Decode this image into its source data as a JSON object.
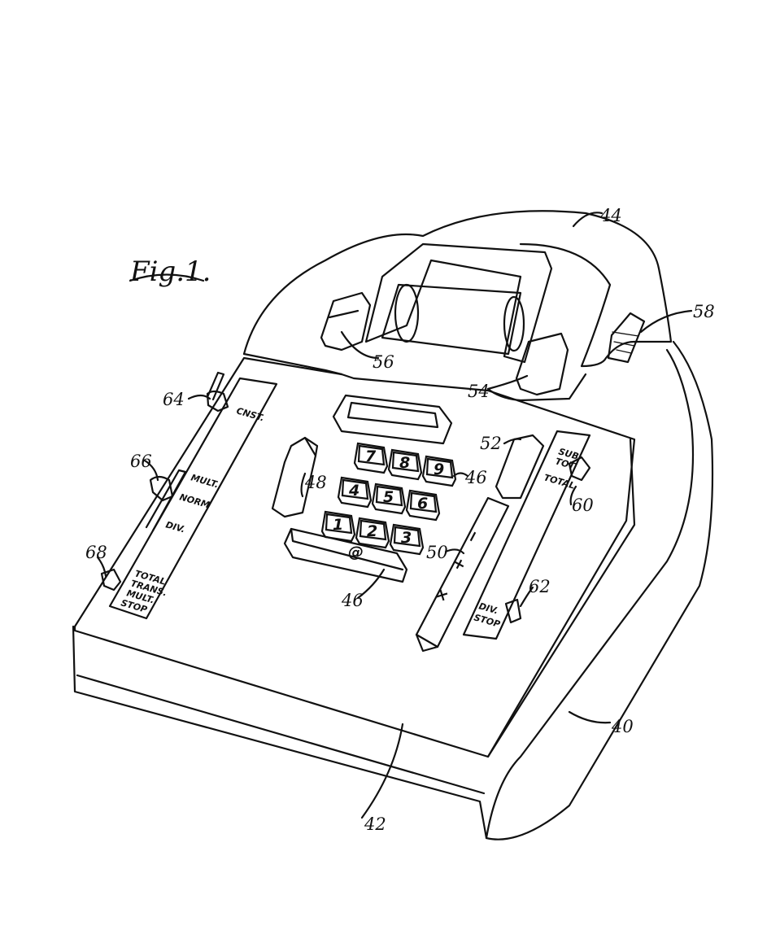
{
  "figure_title": "Fig.1.",
  "reference_numerals": {
    "n40": "40",
    "n42": "42",
    "n44": "44",
    "n46a": "46",
    "n46b": "46",
    "n48": "48",
    "n50": "50",
    "n52": "52",
    "n54": "54",
    "n56": "56",
    "n58": "58",
    "n60": "60",
    "n62": "62",
    "n64": "64",
    "n66": "66",
    "n68": "68"
  },
  "keypad": {
    "row1": [
      "7",
      "8",
      "9"
    ],
    "row2": [
      "4",
      "5",
      "6"
    ],
    "row3": [
      "1",
      "2",
      "3"
    ],
    "bar_key": "@"
  },
  "operation_bar": {
    "minus": "−",
    "plus": "+",
    "times": "×"
  },
  "left_panel": {
    "cnst": "CNST.",
    "mult": "MULT.",
    "norm": "NORM",
    "div": "DIV.",
    "total": "TOTAL",
    "trans": "TRANS.",
    "mult2": "MULT.",
    "stop": "STOP"
  },
  "right_panel": {
    "sub": "SUB",
    "tot": "TOT",
    "total": "TOTAL",
    "div": "DIV.",
    "stop": "STOP"
  },
  "colors": {
    "ink": "#111111",
    "paper": "#ffffff"
  }
}
